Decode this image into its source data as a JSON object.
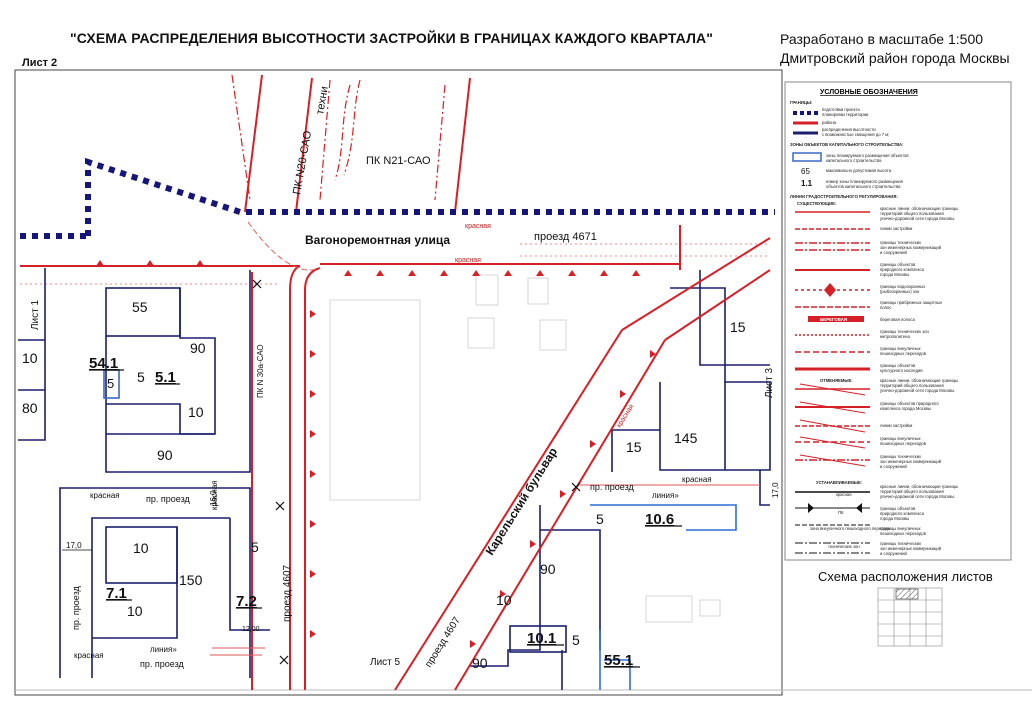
{
  "header": {
    "title": "\"СХЕМА РАСПРЕДЕЛЕНИЯ ВЫСОТНОСТИ ЗАСТРОЙКИ В ГРАНИЦАХ КАЖДОГО КВАРТАЛА\"",
    "scale": "Разработано в масштабе 1:500",
    "district": "Дмитровский район города Москвы",
    "sheet": "Лист 2"
  },
  "map": {
    "streets": {
      "vagon": "Вагоноремонтная улица",
      "proezd4671": "проезд 4671",
      "karelsky": "Карельский бульвар",
      "proezd4607_left": "проезд 4607",
      "proezd4607_diag": "проезд 4607",
      "pr_proezd_a": "пр. проезд",
      "pr_proezd_b": "пр. проезд",
      "pr_proezd_c": "пр. проезд",
      "pr_proezd_vert": "пр. проезд"
    },
    "pk_labels": {
      "pk20": "ПК N20-САО",
      "pk21": "ПК N21-САО",
      "pk30a": "ПК N 30а-САО",
      "techn": "техни"
    },
    "red_words": {
      "krasnaya1": "красная",
      "krasnaya2": "красная",
      "krasnaya3": "красная",
      "krasnaya4": "красная",
      "krasnaya5": "красная",
      "krasnaya6": "красная",
      "krasnaya7": "красная",
      "liniya1": "линия»",
      "liniya2": "линия»"
    },
    "dims": {
      "d17a": "17,0",
      "d16": "16,0",
      "d17b": "17,0",
      "d12": "12,00"
    },
    "sheet_refs": {
      "l1": "Лист 1",
      "l3": "Лист 3",
      "l5": "Лист 5"
    },
    "heights": {
      "h55": "55",
      "h90a": "90",
      "h10a": "10",
      "h5a": "5",
      "h5b": "5",
      "h90b": "90",
      "h10l": "10",
      "h80": "80",
      "h10c": "10",
      "h150": "150",
      "h10d": "10",
      "h5c": "5",
      "h15a": "15",
      "h145": "145",
      "h15b": "15",
      "h5d": "5",
      "h90c": "90",
      "h10e": "10",
      "h5e": "5",
      "h90d": "90"
    },
    "block_codes": {
      "b54_1": "54.1",
      "b5_1": "5.1",
      "b7_1": "7.1",
      "b7_2": "7.2",
      "b10_6": "10.6",
      "b10_1": "10.1",
      "b55_1": "55.1"
    }
  },
  "legend": {
    "title": "УСЛОВНЫЕ ОБОЗНАЧЕНИЯ",
    "borders": "ГРАНИЦЫ:",
    "b1a": "подготовки проекта",
    "b1b": "планировки территории",
    "b2": "района",
    "b3a": "распределения высотности",
    "b3b": "с возможностью смещения до 7 м;",
    "zones": "ЗОНЫ ОБЪЕКТОВ КАПИТАЛЬНОГО СТРОИТЕЛЬСТВА:",
    "z1a": "зоны планируемого размещения объектов",
    "z1b": "капитального строительства",
    "v65": "65",
    "v65d": "максимально допустимая высота",
    "v11": "1.1",
    "v11a": "номер зоны планируемого размещения",
    "v11b": "объектов капитального строительства",
    "lines": "ЛИНИИ ГРАДОСТРОИТЕЛЬНОГО РЕГУЛИРОВАНИЯ:",
    "existing": "СУЩЕСТВУЮЩИЕ:",
    "e1a": "красные линии, обозначающие границы",
    "e1b": "территорий общего пользования",
    "e1c": "улично-дорожной сети города Москвы",
    "e2": "линии застройки",
    "e3a": "границы технических",
    "e3b": "зон инженерных коммуникаций",
    "e3c": "и сооружений",
    "e4a": "границы объектов",
    "e4b": "природного комплекса",
    "e4c": "города Москвы",
    "e5a": "границы водоохранных",
    "e5b": "(рыбоохранных) зон",
    "e6a": "границы прибрежных защитных",
    "e6b": "полос",
    "e7": "береговая полоса",
    "e8a": "границы технических зон",
    "e8b": "метрополитена",
    "e9a": "границы внеуличных",
    "e9b": "пешеходных переходов",
    "e10a": "границы объектов",
    "e10b": "культурного наследия",
    "cancelled": "ОТМЕНЯЕМЫЕ:",
    "c1a": "красные линии, обозначающие границы",
    "c1b": "территорий общего пользования",
    "c1c": "улично-дорожной сети города Москвы",
    "c2a": "границы объектов природного",
    "c2b": "комплекса города Москвы",
    "c3": "линии застройки",
    "c4a": "границы внеуличных",
    "c4b": "пешеходных переходов",
    "c5a": "границы технических",
    "c5b": "зон инженерных коммуникаций",
    "c5c": "и сооружений",
    "established": "УСТАНАВЛИВАЕМЫЕ:",
    "s1": "красная",
    "s1a": "красные линии, обозначающие границы",
    "s1b": "территорий общего пользования",
    "s1c": "улично-дорожной сети города Москвы",
    "s2a": "границы объектов",
    "s2b": "природного комплекса",
    "s2c": "города Москвы",
    "s3a": "границы внеуличных",
    "s3b": "пешеходных переходов",
    "s4a": "границы технических",
    "s4b": "зон инженерных коммуникаций",
    "s4c": "и сооружений",
    "pk": "ПК",
    "tech": "технические зон",
    "peshperekhod": "зона внеуличного пешеходного перехода",
    "beregovaya": "БЕРЕГОВАЯ",
    "layout_label": "Схема расположения листов"
  }
}
